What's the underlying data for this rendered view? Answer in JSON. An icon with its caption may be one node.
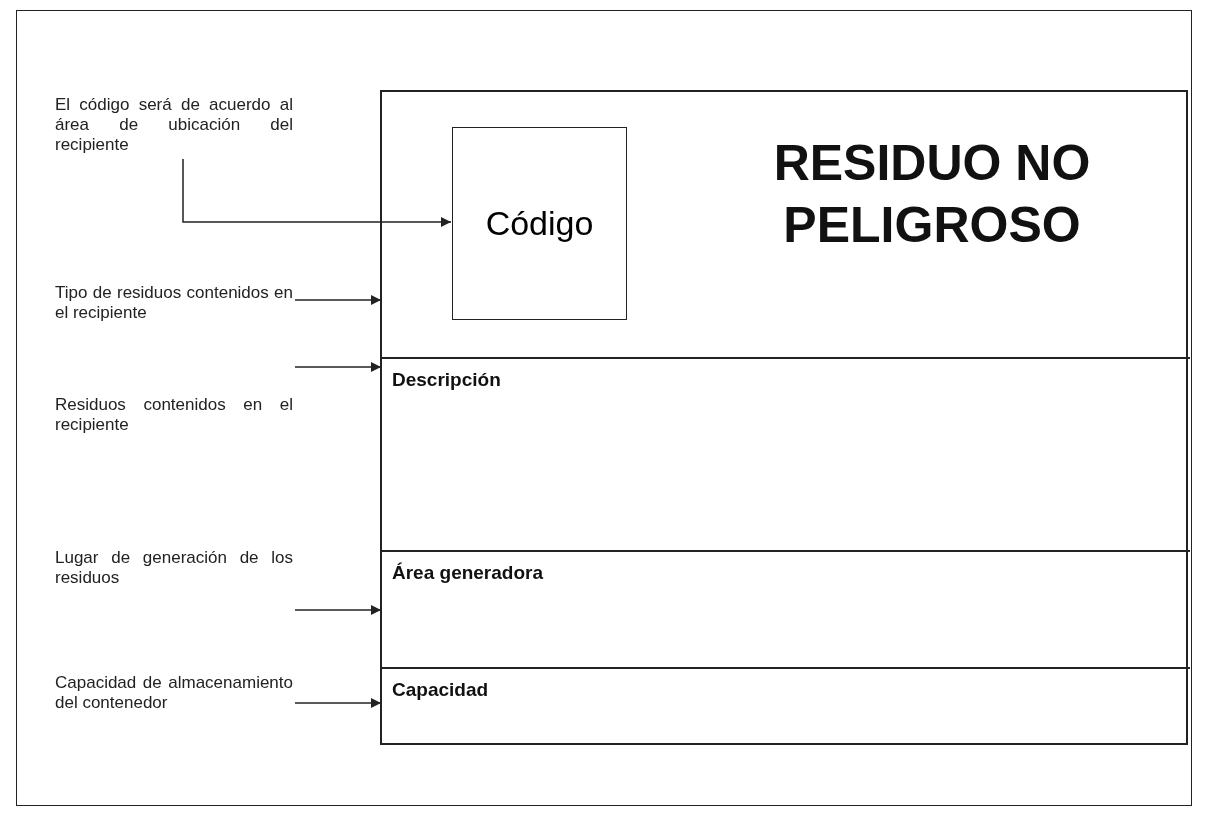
{
  "diagram": {
    "nodes": [
      {
        "text": [],
        "shape": "box"
      },
      {
        "text": [
          "RESIDUO NO PELIGROSO"
        ],
        "in": 0
      },
      {
        "text": [
          "Código"
        ],
        "in": 1
      },
      {
        "text": [
          "Descripción"
        ],
        "in": 0
      },
      {
        "text": [
          "Área generadora"
        ],
        "in": 0
      },
      {
        "text": [
          "Capacidad"
        ],
        "in": 0
      },
      {
        "text": [
          "El código será de acuerdo al área de ubicación del recipiente"
        ]
      },
      {
        "text": [
          "Tipo de residuos contenidos en el recipiente"
        ]
      },
      {
        "text": [
          "Residuos contenidos en el recipiente"
        ]
      },
      {
        "text": [
          "Lugar de generación de los residuos"
        ]
      },
      {
        "text": [
          "Capacidad de almacenamiento del contenedor"
        ]
      }
    ],
    "edges": [
      {
        "from": 6,
        "to": 2,
        "arrow": "to"
      },
      {
        "from": 7,
        "to": 1,
        "arrow": "to"
      },
      {
        "from": 8,
        "to": 3,
        "arrow": "to"
      },
      {
        "from": 9,
        "to": 4,
        "arrow": "to"
      },
      {
        "from": 10,
        "to": 5,
        "arrow": "to"
      }
    ]
  }
}
